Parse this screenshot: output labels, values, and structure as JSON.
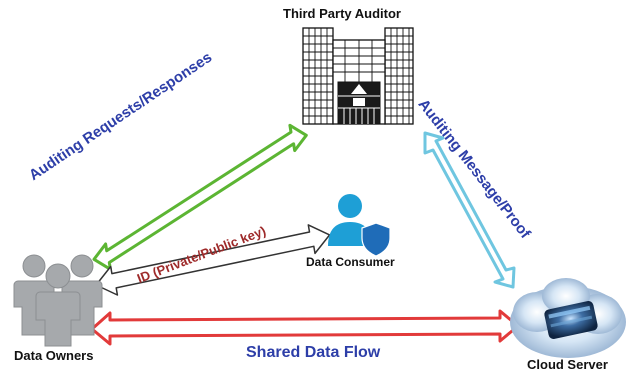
{
  "nodes": {
    "auditor": {
      "label": "Third Party Auditor"
    },
    "owners": {
      "label": "Data Owners"
    },
    "consumer": {
      "label": "Data Consumer"
    },
    "cloud": {
      "label": "Cloud Server"
    }
  },
  "flows": {
    "auditing_requests": {
      "label": "Auditing Requests/Responses",
      "color": "#5cb533"
    },
    "auditing_message": {
      "label": "Auditing Message/Proof",
      "color": "#6fc6e0"
    },
    "id_key": {
      "label": "ID (Private/Public key)",
      "color": "#ffffff"
    },
    "shared_data": {
      "label": "Shared Data Flow",
      "color": "#e23a3a"
    }
  },
  "colors": {
    "owner_fill": "#a6a9ac",
    "consumer_person": "#1e9fd6",
    "consumer_shield": "#1f6cb8",
    "building_stroke": "#111111",
    "label_blue": "#2d3ea8",
    "label_red": "#9e2a2a"
  }
}
